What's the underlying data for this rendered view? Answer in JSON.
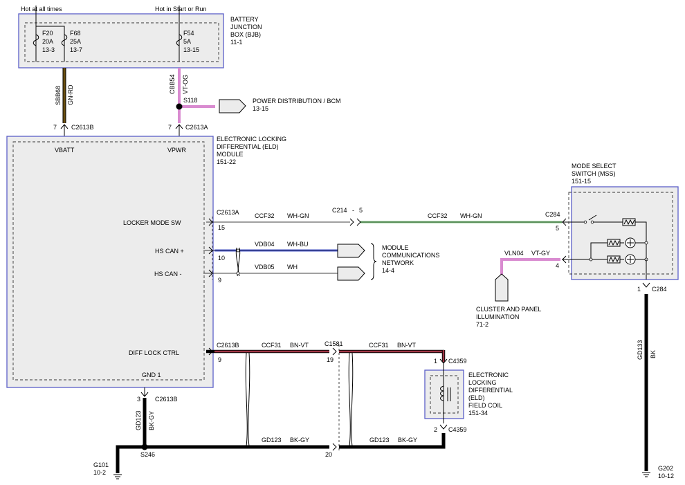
{
  "bjb": {
    "label1": "Hot at all times",
    "label2": "Hot in Start or Run",
    "title": [
      "BATTERY",
      "JUNCTION",
      "BOX (BJB)",
      "11-1"
    ],
    "fuses": [
      {
        "name": "F20",
        "amps": "20A",
        "ref": "13-3"
      },
      {
        "name": "F68",
        "amps": "25A",
        "ref": "13-7"
      },
      {
        "name": "F54",
        "amps": "5A",
        "ref": "13-15"
      }
    ]
  },
  "wires": {
    "sbb68": {
      "circuit": "SBB68",
      "color": "GN-RD"
    },
    "cbb54": {
      "circuit": "CBB54",
      "color": "VT-OG"
    },
    "ccf32a": {
      "circuit": "CCF32",
      "color": "WH-GN"
    },
    "ccf32b": {
      "circuit": "CCF32",
      "color": "WH-GN"
    },
    "vdb04": {
      "circuit": "VDB04",
      "color": "WH-BU"
    },
    "vdb05": {
      "circuit": "VDB05",
      "color": "WH"
    },
    "vln04": {
      "circuit": "VLN04",
      "color": "VT-GY"
    },
    "ccf31a": {
      "circuit": "CCF31",
      "color": "BN-VT"
    },
    "ccf31b": {
      "circuit": "CCF31",
      "color": "BN-VT"
    },
    "gd123v": {
      "circuit": "GD123",
      "color": "BK-GY"
    },
    "gd123a": {
      "circuit": "GD123",
      "color": "BK-GY"
    },
    "gd123b": {
      "circuit": "GD123",
      "color": "BK-GY"
    },
    "gd133": {
      "circuit": "GD133",
      "color": "BK"
    }
  },
  "splices": {
    "s118": "S118",
    "s246": "S246"
  },
  "power_dist": [
    "POWER DISTRIBUTION / BCM",
    "13-15"
  ],
  "elm": {
    "title": [
      "ELECTRONIC LOCKING",
      "DIFFERENTIAL (ELD)",
      "MODULE",
      "151-22"
    ],
    "pins": {
      "vbatt": "VBATT",
      "vpwr": "VPWR",
      "locker": "LOCKER MODE SW",
      "hscanp": "HS CAN +",
      "hscann": "HS CAN -",
      "diff": "DIFF LOCK CTRL",
      "gnd": "GND 1"
    }
  },
  "connectors": {
    "c2613b_top": {
      "pin": "7",
      "name": "C2613B"
    },
    "c2613a_top": {
      "pin": "7",
      "name": "C2613A"
    },
    "c2613a_side": {
      "name": "C2613A",
      "pins": [
        "15",
        "10",
        "9"
      ]
    },
    "c214": {
      "name": "C214",
      "sep": "-",
      "pin": "5"
    },
    "c284_in": {
      "name": "C284",
      "pins": [
        "5",
        "4"
      ]
    },
    "c284_out": {
      "pin": "1",
      "name": "C284"
    },
    "c2613b_side": {
      "name": "C2613B",
      "pin": "9"
    },
    "c1581": {
      "name": "C1581",
      "pins": [
        "19",
        "20"
      ]
    },
    "c4359_1": {
      "pin": "1",
      "name": "C4359"
    },
    "c4359_2": {
      "pin": "2",
      "name": "C4359"
    },
    "c2613b_bot": {
      "pin": "3",
      "name": "C2613B"
    }
  },
  "network": [
    "MODULE",
    "COMMUNICATIONS",
    "NETWORK",
    "14-4"
  ],
  "mss": [
    "MODE SELECT",
    "SWITCH (MSS)",
    "151-15"
  ],
  "cluster": [
    "CLUSTER AND PANEL",
    "ILLUMINATION",
    "71-2"
  ],
  "coil": [
    "ELECTRONIC",
    "LOCKING",
    "DIFFERENTIAL",
    "(ELD)",
    "FIELD COIL",
    "151-34"
  ],
  "grounds": {
    "g101": {
      "name": "G101",
      "ref": "10-2"
    },
    "g202": {
      "name": "G202",
      "ref": "10-12"
    }
  },
  "colors": {
    "box_border": "#5a5fc8",
    "box_fill": "#ececec",
    "gn_rd": "#6b4f0f",
    "vt": "#d98bd0",
    "wh_gn": "#7cc07c",
    "wh_bu": "#4b58c8",
    "bn_vt": "#a13646",
    "bk": "#000000"
  }
}
